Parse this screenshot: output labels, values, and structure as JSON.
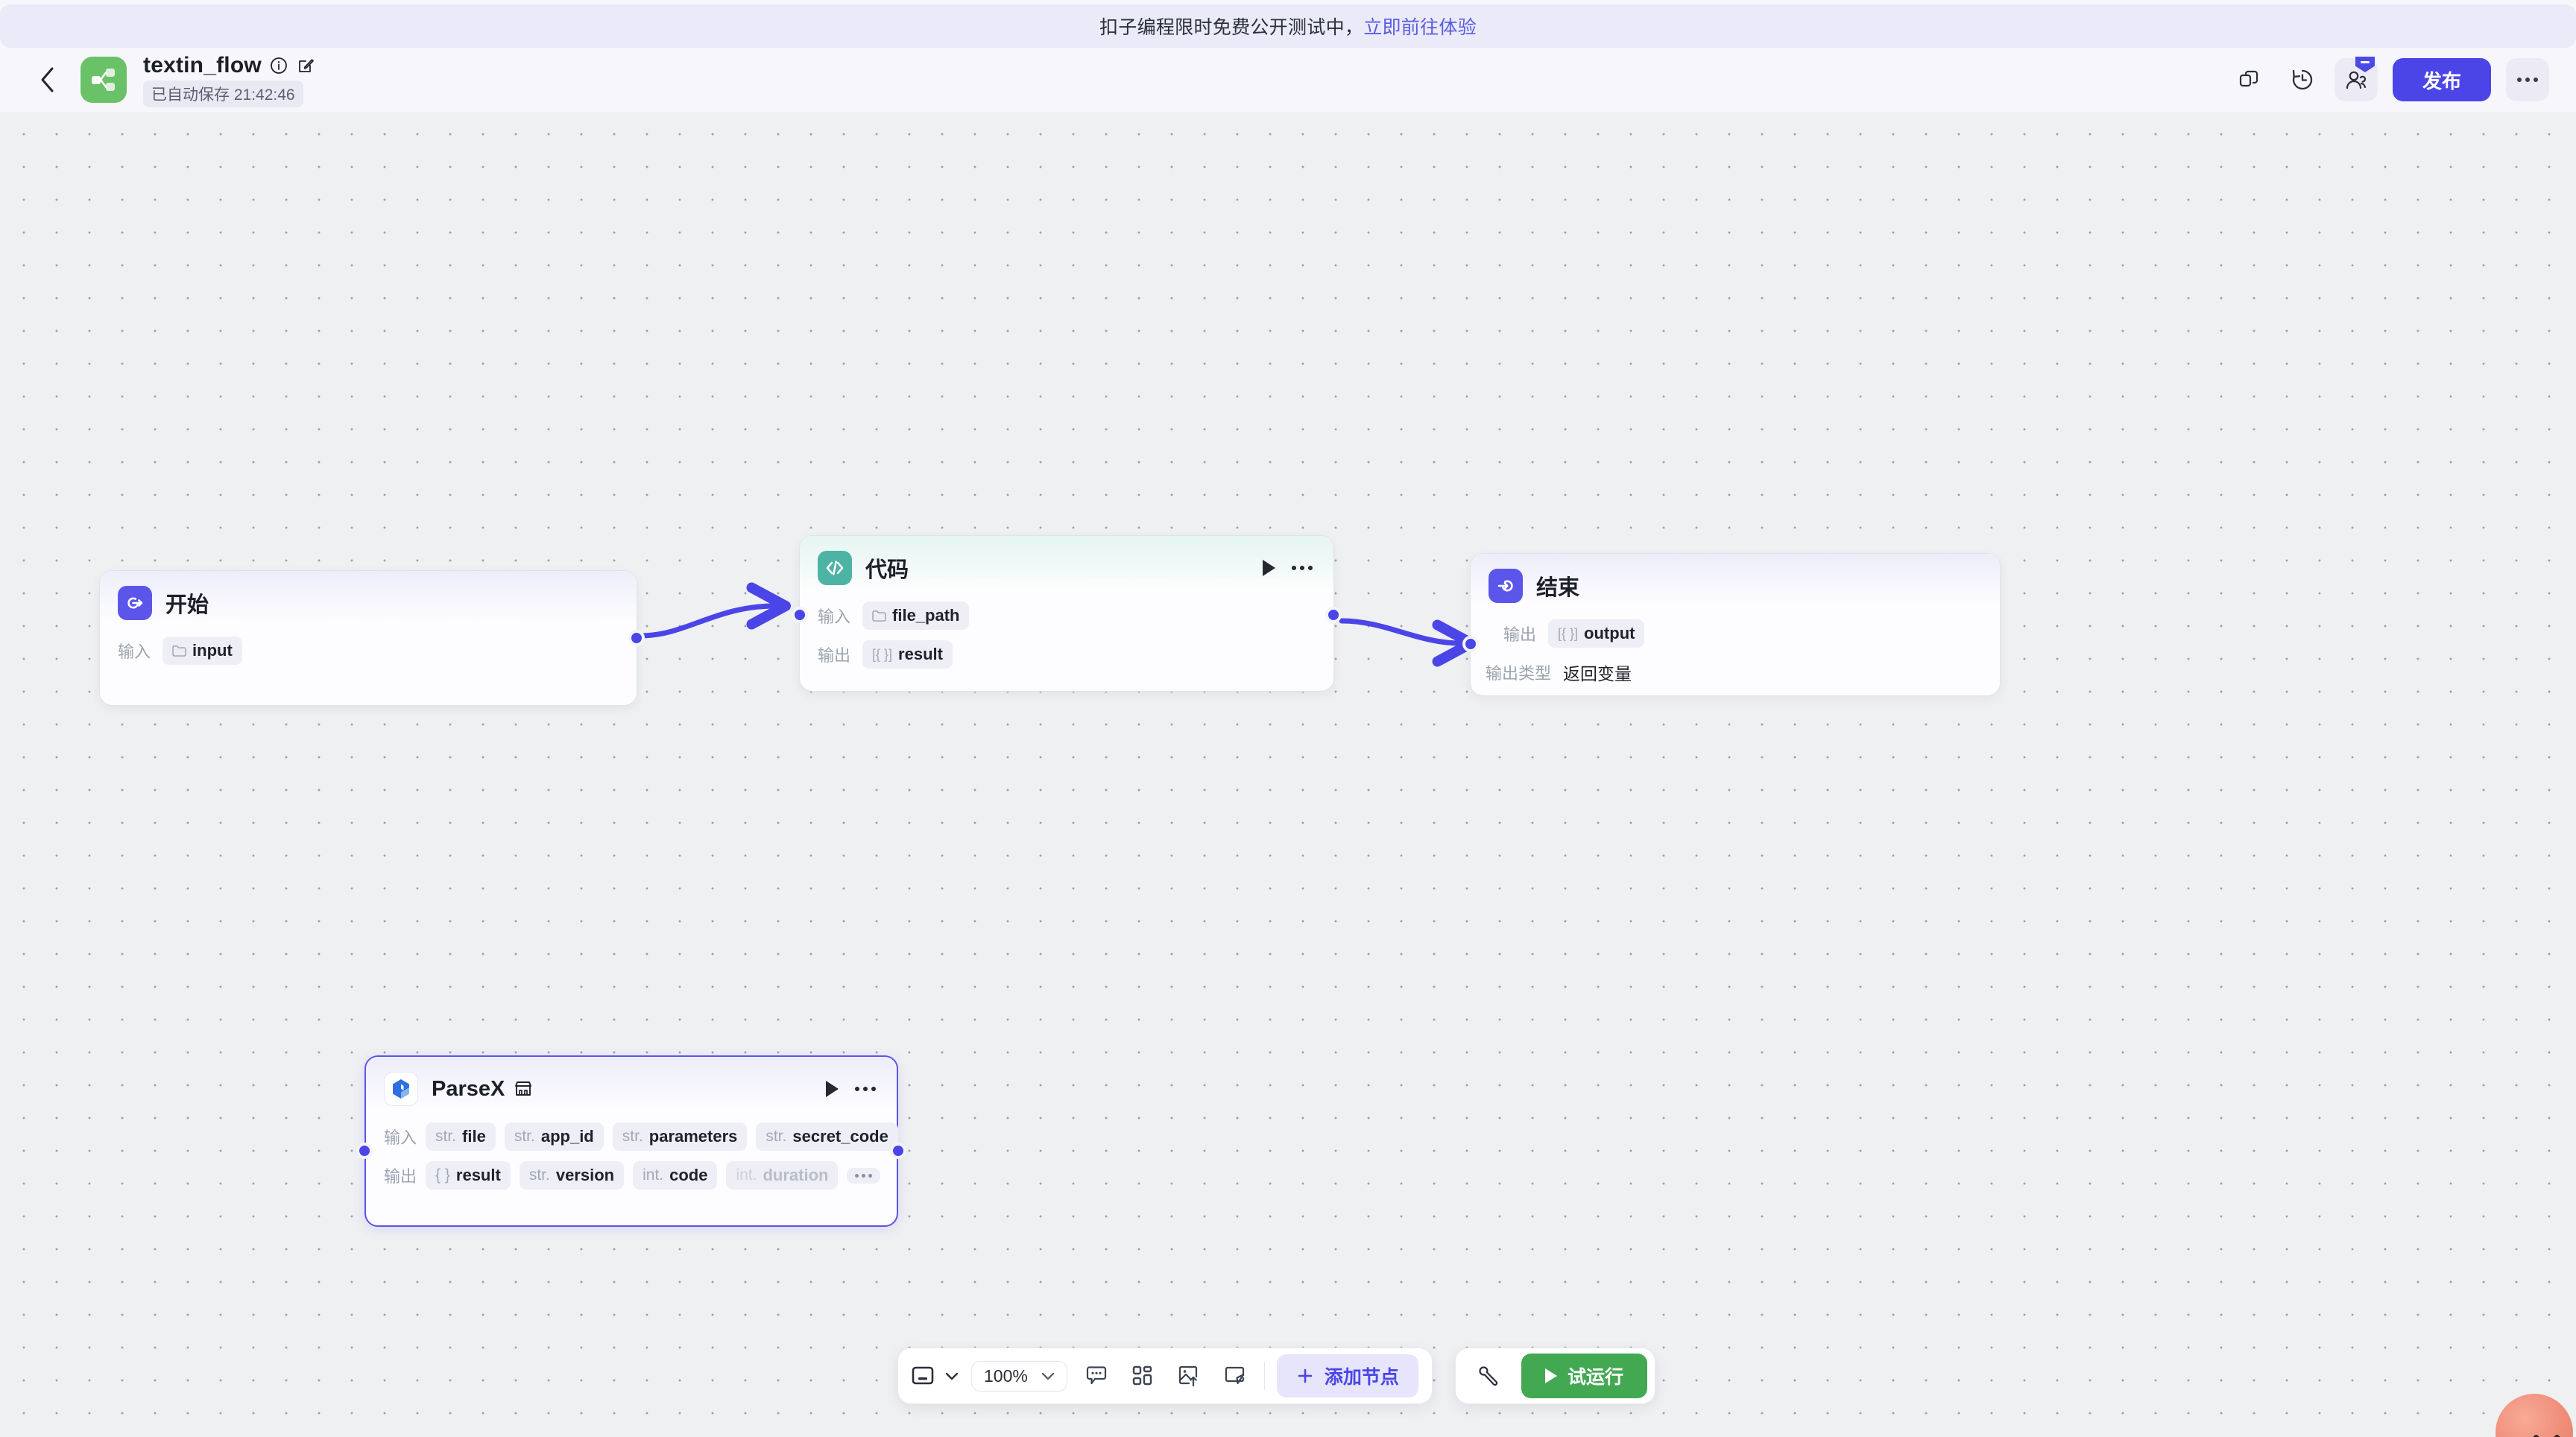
{
  "banner": {
    "text": "扣子编程限时免费公开测试中，",
    "link_text": "立即前往体验"
  },
  "header": {
    "back_icon": "chevron-left-icon",
    "app_icon": "workflow-icon",
    "title": "textin_flow",
    "info_icon": "info-circle-icon",
    "edit_icon": "edit-pencil-icon",
    "saved_status": "已自动保存 21:42:46",
    "duplicate_icon": "duplicate-icon",
    "history_icon": "history-clock-icon",
    "collaborators_icon": "collaborators-icon",
    "publish_label": "发布",
    "more_icon": "more-horizontal-icon",
    "accent_color": "#4b45e8"
  },
  "canvas": {
    "nodes": [
      {
        "id": "start",
        "title": "开始",
        "icon": "start-node-icon",
        "accent": "#5b55ea",
        "input_label": "输入",
        "inputs": [
          {
            "name": "input",
            "type": "folder"
          }
        ]
      },
      {
        "id": "code",
        "title": "代码",
        "icon": "code-node-icon",
        "accent": "#4db3a4",
        "input_label": "输入",
        "output_label": "输出",
        "inputs": [
          {
            "name": "file_path",
            "type": "folder"
          }
        ],
        "outputs": [
          {
            "name": "result",
            "type": "object-array"
          }
        ]
      },
      {
        "id": "end",
        "title": "结束",
        "icon": "end-node-icon",
        "accent": "#5b55ea",
        "output_label": "输出",
        "outputs": [
          {
            "name": "output",
            "type": "object-array"
          }
        ],
        "output_type_label": "输出类型",
        "output_type_value": "返回变量"
      },
      {
        "id": "parsex",
        "title": "ParseX",
        "icon": "parsex-plugin-icon",
        "badge_icon": "plugin-store-icon",
        "selected": true,
        "input_label": "输入",
        "output_label": "输出",
        "inputs": [
          {
            "type": "str.",
            "name": "file"
          },
          {
            "type": "str.",
            "name": "app_id"
          },
          {
            "type": "str.",
            "name": "parameters"
          },
          {
            "type": "str.",
            "name": "secret_code"
          }
        ],
        "outputs": [
          {
            "type": "{ }",
            "name": "result"
          },
          {
            "type": "str.",
            "name": "version"
          },
          {
            "type": "int.",
            "name": "code"
          },
          {
            "type": "int.",
            "name": "duration",
            "faded": true
          }
        ],
        "outputs_more_icon": "more-horizontal-icon"
      }
    ],
    "edge_color": "#4b45e8"
  },
  "toolbar": {
    "fit_view_icon": "fit-view-icon",
    "fit_view_caret": "chevron-down-icon",
    "zoom_value": "100%",
    "zoom_caret": "chevron-down-icon",
    "comment_icon": "comment-icon",
    "layout_icon": "auto-layout-icon",
    "image_upload_icon": "image-upload-icon",
    "note_icon": "sticky-note-icon",
    "add_node_plus": "plus-icon",
    "add_node_label": "添加节点",
    "wrench_icon": "wrench-icon",
    "run_icon": "play-icon",
    "run_label": "试运行",
    "run_color": "#42a852"
  },
  "assistant": {
    "icon": "assistant-avatar"
  }
}
